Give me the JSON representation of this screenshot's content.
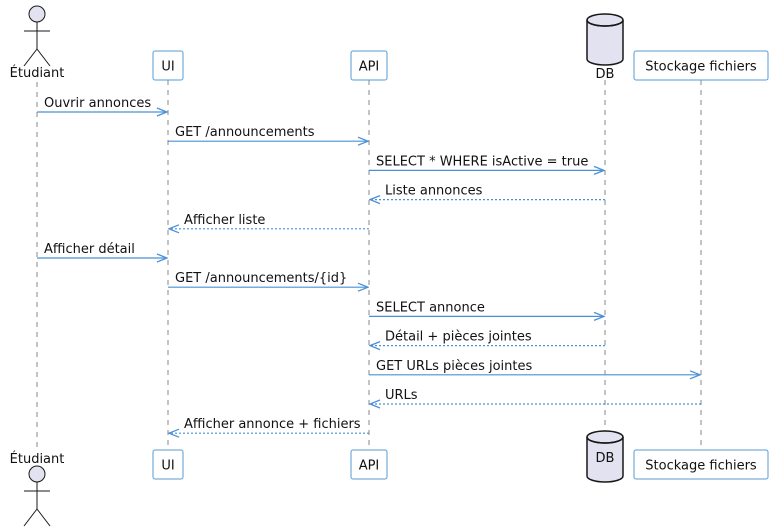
{
  "colors": {
    "arrow": "#4a90d9",
    "box_border": "#5a9bd5",
    "participant_fill": "#e2e2f0",
    "outline": "#181818",
    "lifeline": "#8a8a8a",
    "text": "#111111"
  },
  "participants": [
    {
      "id": "etudiant",
      "label": "Étudiant",
      "kind": "actor"
    },
    {
      "id": "ui",
      "label": "UI",
      "kind": "box"
    },
    {
      "id": "api",
      "label": "API",
      "kind": "box"
    },
    {
      "id": "db",
      "label": "DB",
      "kind": "database"
    },
    {
      "id": "storage",
      "label": "Stockage fichiers",
      "kind": "box"
    }
  ],
  "messages": [
    {
      "from": "etudiant",
      "to": "ui",
      "label": "Ouvrir annonces",
      "style": "solid"
    },
    {
      "from": "ui",
      "to": "api",
      "label": "GET /announcements",
      "style": "solid"
    },
    {
      "from": "api",
      "to": "db",
      "label": "SELECT * WHERE isActive = true",
      "style": "solid"
    },
    {
      "from": "db",
      "to": "api",
      "label": "Liste annonces",
      "style": "dashed"
    },
    {
      "from": "api",
      "to": "ui",
      "label": "Afficher liste",
      "style": "dashed"
    },
    {
      "from": "etudiant",
      "to": "ui",
      "label": "Afficher détail",
      "style": "solid"
    },
    {
      "from": "ui",
      "to": "api",
      "label": "GET /announcements/{id}",
      "style": "solid"
    },
    {
      "from": "api",
      "to": "db",
      "label": "SELECT annonce",
      "style": "solid"
    },
    {
      "from": "db",
      "to": "api",
      "label": "Détail + pièces jointes",
      "style": "dashed"
    },
    {
      "from": "api",
      "to": "storage",
      "label": "GET URLs pièces jointes",
      "style": "solid"
    },
    {
      "from": "storage",
      "to": "api",
      "label": "URLs",
      "style": "dashed"
    },
    {
      "from": "api",
      "to": "ui",
      "label": "Afficher annonce + fichiers",
      "style": "dashed"
    }
  ]
}
